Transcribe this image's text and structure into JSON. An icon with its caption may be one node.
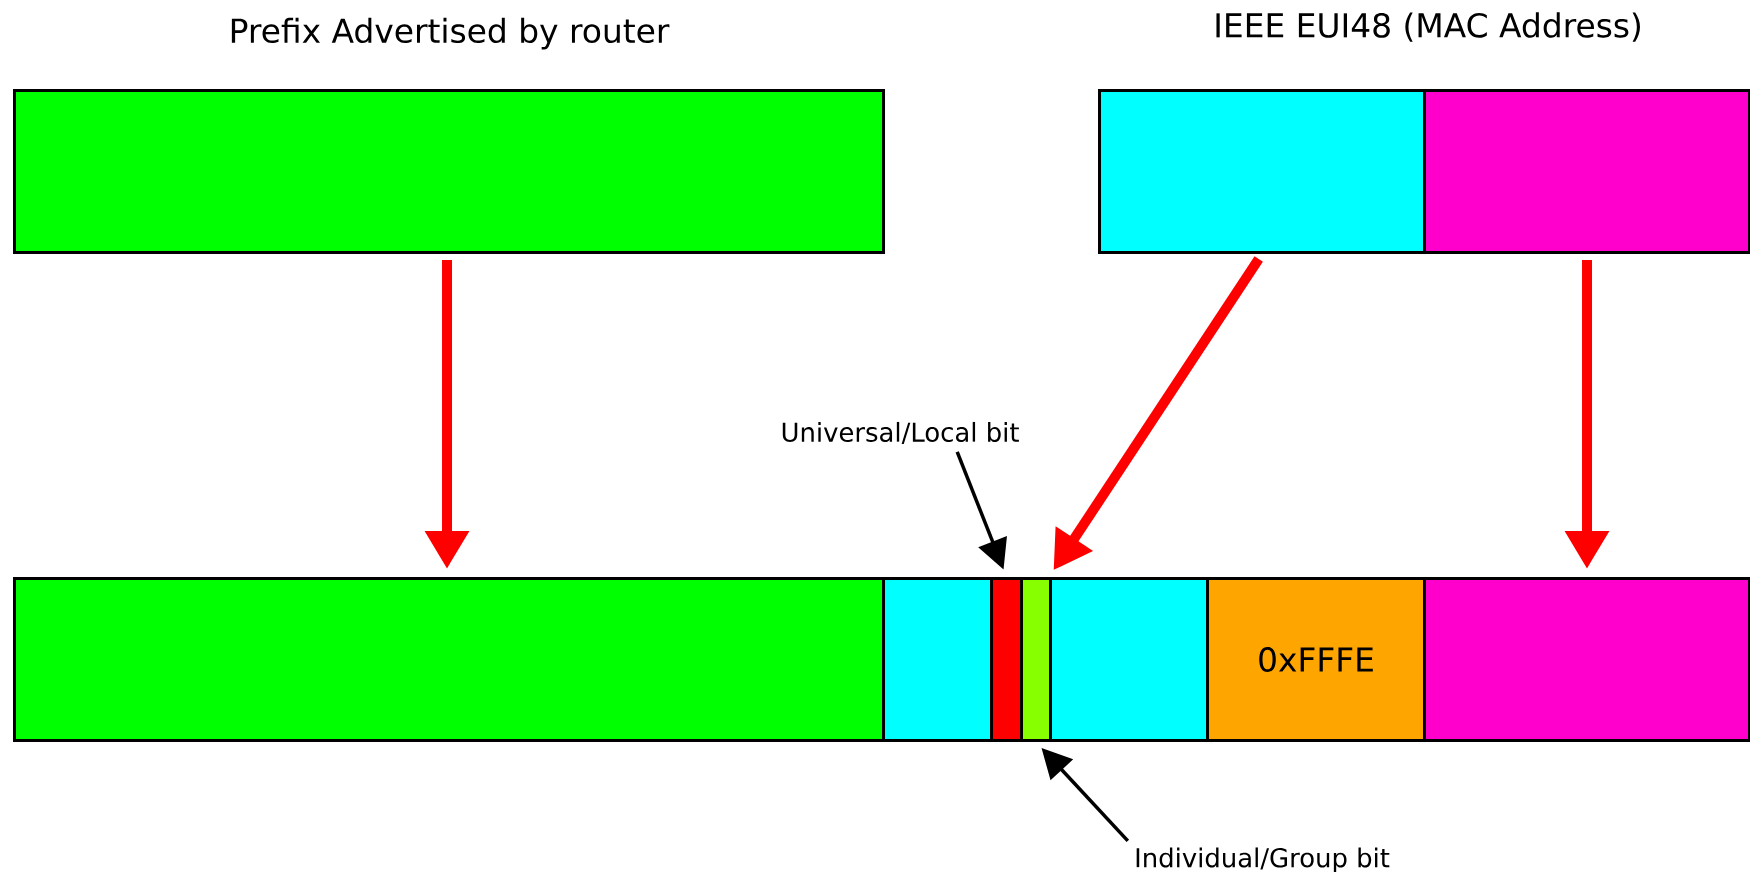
{
  "diagram": {
    "nodes": [
      {
        "text": [
          "Prefix Advertised by router"
        ]
      },
      {
        "text": [],
        "shape": "box"
      },
      {
        "text": [],
        "shape": "box"
      },
      {
        "text": [],
        "shape": "box"
      },
      {
        "text": [],
        "shape": "box"
      },
      {
        "text": [],
        "shape": "box"
      },
      {
        "text": [],
        "shape": "box"
      },
      {
        "text": [],
        "shape": "box"
      },
      {
        "text": [
          "0xFFFE"
        ]
      },
      {
        "text": [],
        "shape": "box"
      },
      {
        "text": [
          "Universal/Local bit"
        ]
      },
      {
        "text": [
          "Individual/Group bit"
        ]
      }
    ],
    "edges": [
      {
        "from": 0,
        "to": 3,
        "arrow": "to"
      },
      {
        "from": 1,
        "to": 7,
        "arrow": "to"
      },
      {
        "from": 2,
        "to": 9,
        "arrow": "to"
      },
      {
        "from": 10,
        "to": 5,
        "arrow": "to",
        "color": "#000000"
      },
      {
        "from": 11,
        "to": 6,
        "arrow": "to",
        "color": "#000000"
      }
    ],
    "labels": [
      "IEEE EUI48 (MAC Address)"
    ]
  }
}
